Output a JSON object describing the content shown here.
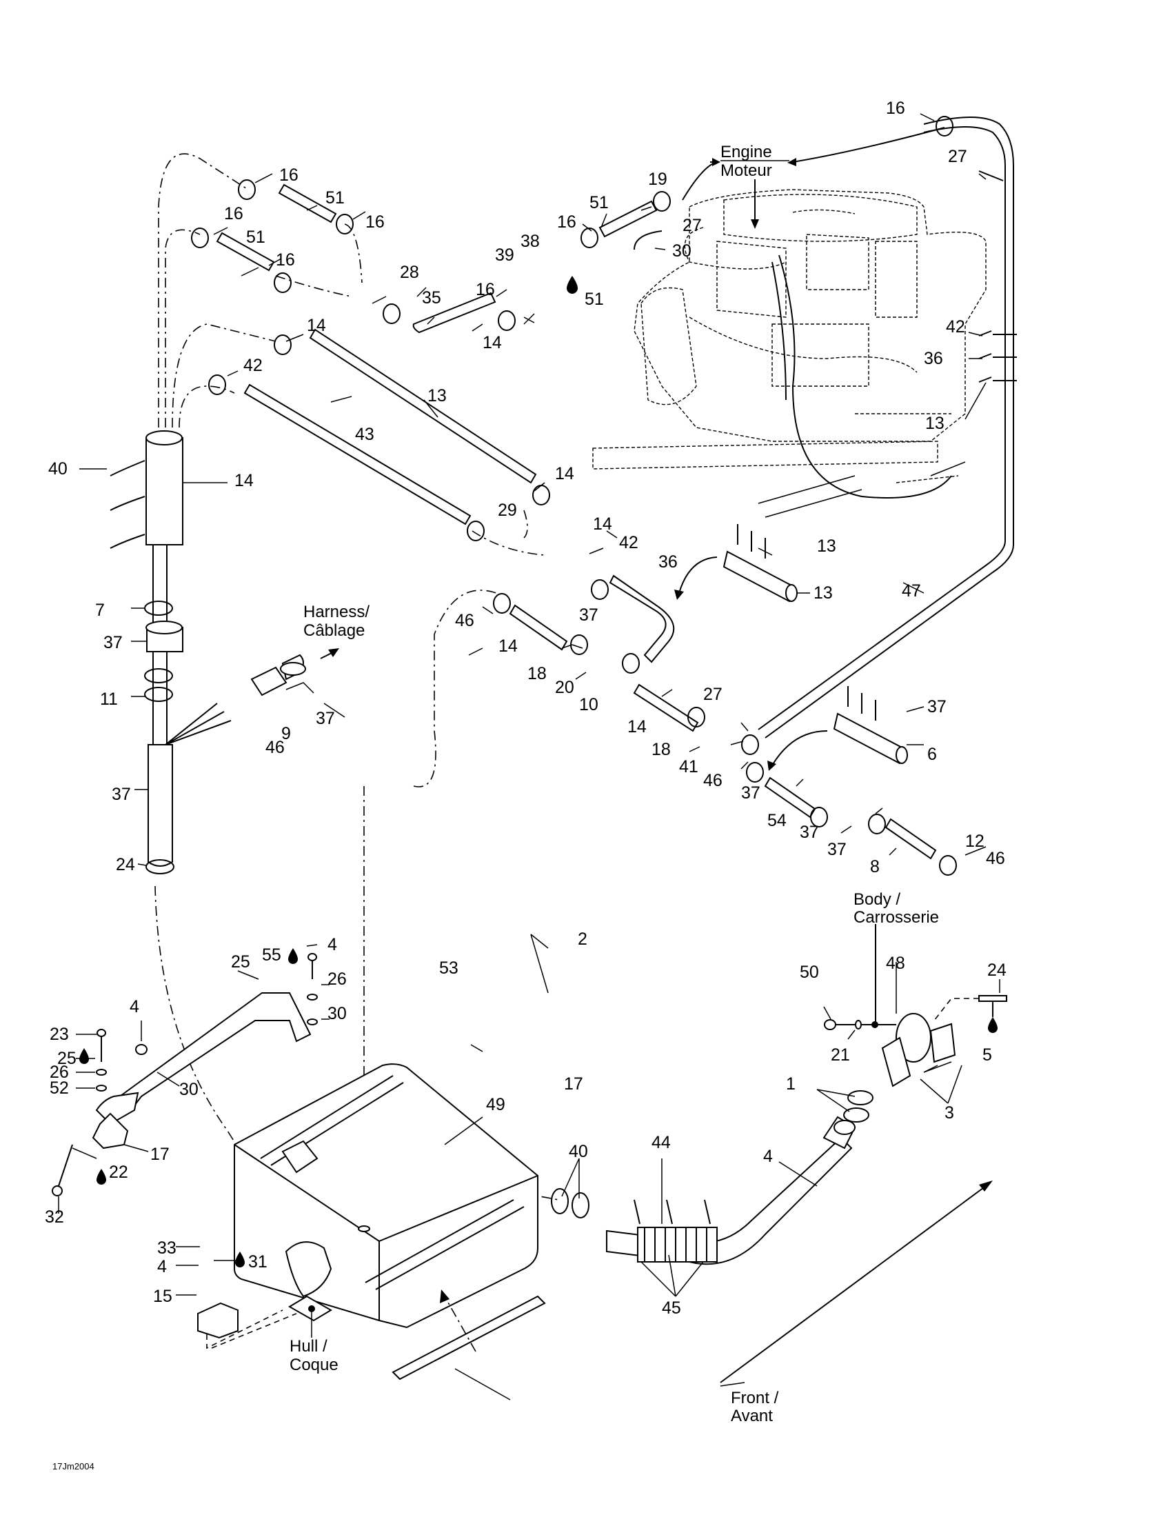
{
  "document": {
    "code": "17Jm2004",
    "labels": {
      "engine": "Engine",
      "moteur": "Moteur",
      "harness": "Harness/",
      "cablage": "Câblage",
      "body": "Body /",
      "carrosserie": "Carrosserie",
      "hull": "Hull /",
      "coque": "Coque",
      "front": "Front /",
      "avant": "Avant"
    }
  },
  "callouts": [
    {
      "id": "c1",
      "text": "16"
    },
    {
      "id": "c2",
      "text": "27"
    },
    {
      "id": "c3",
      "text": "16"
    },
    {
      "id": "c4",
      "text": "19"
    },
    {
      "id": "c5",
      "text": "51"
    },
    {
      "id": "c6",
      "text": "16"
    },
    {
      "id": "c7",
      "text": "16"
    },
    {
      "id": "c8",
      "text": "51"
    },
    {
      "id": "c9",
      "text": "16"
    },
    {
      "id": "c10",
      "text": "27"
    },
    {
      "id": "c11",
      "text": "51"
    },
    {
      "id": "c12",
      "text": "30"
    },
    {
      "id": "c13",
      "text": "38"
    },
    {
      "id": "c14",
      "text": "39"
    },
    {
      "id": "c15",
      "text": "16"
    },
    {
      "id": "c16",
      "text": "28"
    },
    {
      "id": "c17",
      "text": "16"
    },
    {
      "id": "c18",
      "text": "35"
    },
    {
      "id": "c19",
      "text": "51"
    },
    {
      "id": "c20",
      "text": "14"
    },
    {
      "id": "c21",
      "text": "14"
    },
    {
      "id": "c22",
      "text": "42"
    },
    {
      "id": "c23",
      "text": "36"
    },
    {
      "id": "c24",
      "text": "42"
    },
    {
      "id": "c25",
      "text": "13"
    },
    {
      "id": "c26",
      "text": "13"
    },
    {
      "id": "c27",
      "text": "43"
    },
    {
      "id": "c28",
      "text": "40"
    },
    {
      "id": "c29",
      "text": "14"
    },
    {
      "id": "c30",
      "text": "14"
    },
    {
      "id": "c31",
      "text": "29"
    },
    {
      "id": "c32",
      "text": "14"
    },
    {
      "id": "c33",
      "text": "42"
    },
    {
      "id": "c34",
      "text": "13"
    },
    {
      "id": "c35",
      "text": "36"
    },
    {
      "id": "c36",
      "text": "13"
    },
    {
      "id": "c37",
      "text": "47"
    },
    {
      "id": "c38",
      "text": "7"
    },
    {
      "id": "c39",
      "text": "37"
    },
    {
      "id": "c40",
      "text": "46"
    },
    {
      "id": "c41",
      "text": "14"
    },
    {
      "id": "c42",
      "text": "37"
    },
    {
      "id": "c43",
      "text": "18"
    },
    {
      "id": "c44",
      "text": "20"
    },
    {
      "id": "c45",
      "text": "11"
    },
    {
      "id": "c46",
      "text": "37"
    },
    {
      "id": "c47",
      "text": "10"
    },
    {
      "id": "c48",
      "text": "9"
    },
    {
      "id": "c49",
      "text": "46"
    },
    {
      "id": "c50",
      "text": "14"
    },
    {
      "id": "c51",
      "text": "27"
    },
    {
      "id": "c52",
      "text": "37"
    },
    {
      "id": "c53",
      "text": "18"
    },
    {
      "id": "c54",
      "text": "41"
    },
    {
      "id": "c55",
      "text": "6"
    },
    {
      "id": "c56",
      "text": "37"
    },
    {
      "id": "c57",
      "text": "46"
    },
    {
      "id": "c58",
      "text": "37"
    },
    {
      "id": "c59",
      "text": "54"
    },
    {
      "id": "c60",
      "text": "37"
    },
    {
      "id": "c61",
      "text": "37"
    },
    {
      "id": "c62",
      "text": "12"
    },
    {
      "id": "c63",
      "text": "46"
    },
    {
      "id": "c64",
      "text": "8"
    },
    {
      "id": "c65",
      "text": "24"
    },
    {
      "id": "c66",
      "text": "4"
    },
    {
      "id": "c67",
      "text": "55"
    },
    {
      "id": "c68",
      "text": "2"
    },
    {
      "id": "c69",
      "text": "25"
    },
    {
      "id": "c70",
      "text": "26"
    },
    {
      "id": "c71",
      "text": "30"
    },
    {
      "id": "c72",
      "text": "53"
    },
    {
      "id": "c73",
      "text": "50"
    },
    {
      "id": "c74",
      "text": "48"
    },
    {
      "id": "c75",
      "text": "24"
    },
    {
      "id": "c76",
      "text": "23"
    },
    {
      "id": "c77",
      "text": "4"
    },
    {
      "id": "c78",
      "text": "25"
    },
    {
      "id": "c79",
      "text": "26"
    },
    {
      "id": "c80",
      "text": "52"
    },
    {
      "id": "c81",
      "text": "21"
    },
    {
      "id": "c82",
      "text": "5"
    },
    {
      "id": "c83",
      "text": "30"
    },
    {
      "id": "c84",
      "text": "17"
    },
    {
      "id": "c85",
      "text": "1"
    },
    {
      "id": "c86",
      "text": "49"
    },
    {
      "id": "c87",
      "text": "3"
    },
    {
      "id": "c88",
      "text": "17"
    },
    {
      "id": "c89",
      "text": "40"
    },
    {
      "id": "c90",
      "text": "44"
    },
    {
      "id": "c91",
      "text": "4"
    },
    {
      "id": "c92",
      "text": "22"
    },
    {
      "id": "c93",
      "text": "32"
    },
    {
      "id": "c94",
      "text": "33"
    },
    {
      "id": "c95",
      "text": "4"
    },
    {
      "id": "c96",
      "text": "31"
    },
    {
      "id": "c97",
      "text": "15"
    },
    {
      "id": "c98",
      "text": "45"
    }
  ]
}
